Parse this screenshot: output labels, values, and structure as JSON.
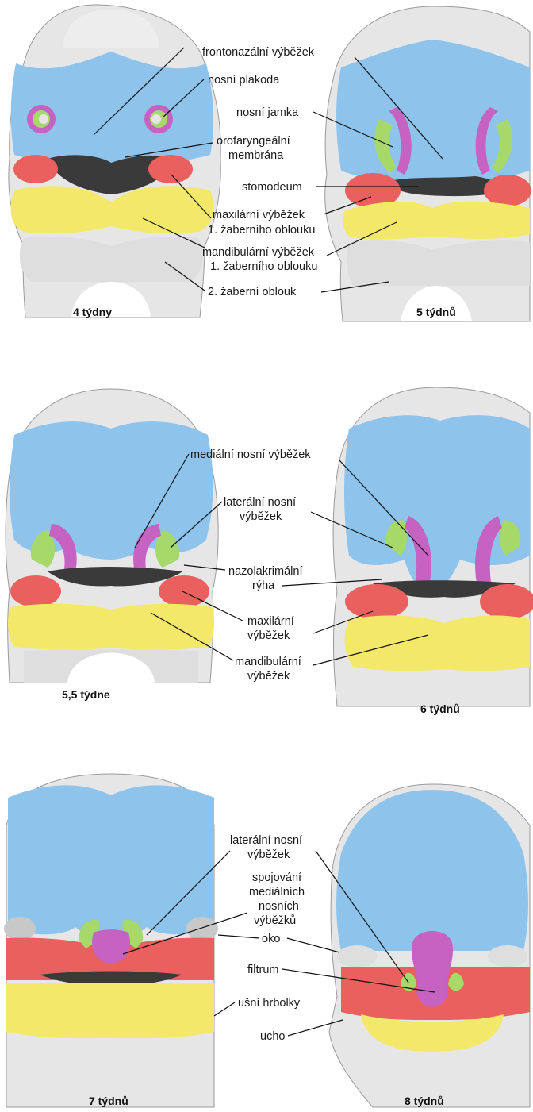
{
  "colors": {
    "frontonasal": "#8ec4ec",
    "maxillary": "#e9605f",
    "mandibular": "#f3e86a",
    "medial_nasal": "#c562c2",
    "lateral_nasal": "#a6d86a",
    "membrane": "#3a3a3a",
    "skin": "#e6e6e6",
    "skin_dark": "#c8c8c8"
  },
  "panels": {
    "p4": {
      "age": "4 týdny"
    },
    "p5": {
      "age": "5 týdnů"
    },
    "p55": {
      "age": "5,5 týdne"
    },
    "p6": {
      "age": "6 týdnů"
    },
    "p7": {
      "age": "7 týdnů"
    },
    "p8": {
      "age": "8 týdnů"
    }
  },
  "labels": {
    "frontonasal": "frontonazální výběžek",
    "nasal_placode": "nosní plakoda",
    "nasal_pit": "nosní jamka",
    "orofaryngeal_1": "orofaryngeální",
    "orofaryngeal_2": "membrána",
    "stomodeum": "stomodeum",
    "maxillary_1_1": "maxilární výběžek",
    "maxillary_1_2": "1. žaberního oblouku",
    "mandibular_1_1": "mandibulární výběžek",
    "mandibular_1_2": "1. žaberního oblouku",
    "second_arch": "2. žaberní oblouk",
    "medial_nasal": "mediální nosní výběžek",
    "lateral_nasal_1": "laterální nosní",
    "lateral_nasal_2": "výběžek",
    "nasolacrimal_1": "nazolakrimální",
    "nasolacrimal_2": "rýha",
    "maxillary_2_1": "maxilární",
    "maxillary_2_2": "výběžek",
    "mandibular_2_1": "mandibulární",
    "mandibular_2_2": "výběžek",
    "lateral_nasal_b1": "laterální nosní",
    "lateral_nasal_b2": "výběžek",
    "fusion_1": "spojování",
    "fusion_2": "mediálních",
    "fusion_3": "nosních",
    "fusion_4": "výběžků",
    "eye": "oko",
    "philtrum": "filtrum",
    "ear_hillocks": "ušní hrbolky",
    "ear": "ucho"
  }
}
